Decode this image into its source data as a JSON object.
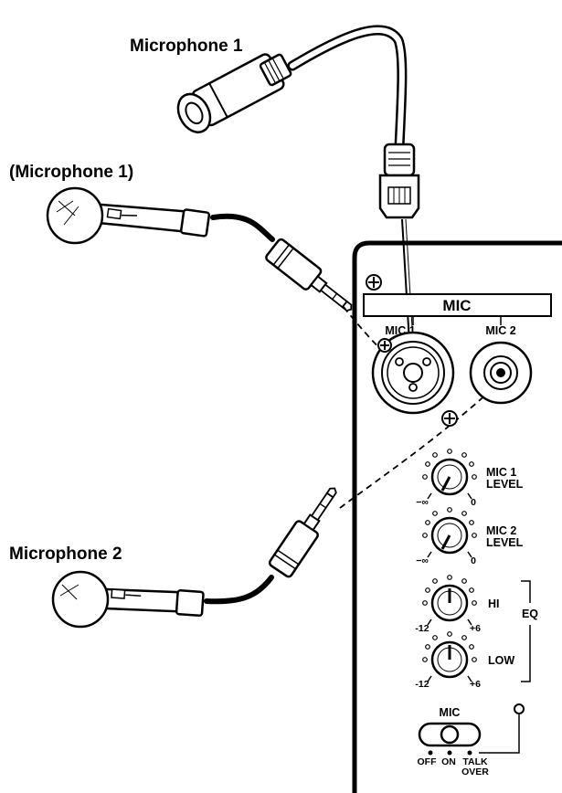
{
  "labels": {
    "microphone1_top": "Microphone 1",
    "microphone1_alt": "(Microphone 1)",
    "microphone2": "Microphone 2"
  },
  "panel": {
    "section_title": "MIC",
    "mic1_jack": "MIC 1",
    "mic2_jack": "MIC 2",
    "mic1_level": [
      "MIC 1",
      "LEVEL"
    ],
    "mic2_level": [
      "MIC 2",
      "LEVEL"
    ],
    "hi": "HI",
    "low": "LOW",
    "eq": "EQ",
    "level_min": "−∞",
    "level_max": "0",
    "eq_min": "-12",
    "eq_max": "+6",
    "mic_switch_title": "MIC",
    "switch_positions": [
      "OFF",
      "ON",
      "TALK",
      "OVER"
    ]
  },
  "colors": {
    "line": "#000000",
    "background": "#ffffff"
  }
}
